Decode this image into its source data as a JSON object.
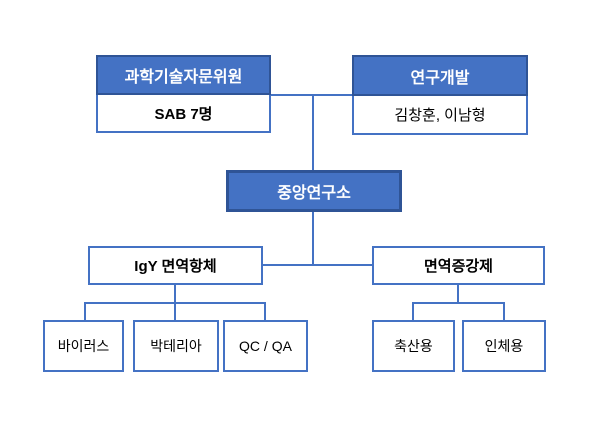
{
  "colors": {
    "node_fill": "#4472C4",
    "node_border_dark": "#2F5496",
    "line": "#4472C4",
    "text_dark": "#000000",
    "text_light": "#FFFFFF"
  },
  "diagram": {
    "top_left": {
      "header": "과학기술자문위원",
      "body": "SAB 7명"
    },
    "top_right": {
      "header": "연구개발",
      "body": "김창훈, 이남형"
    },
    "center": {
      "label": "중앙연구소"
    },
    "branch_left": {
      "label": "IgY 면역항체",
      "children": [
        {
          "label": "바이러스"
        },
        {
          "label": "박테리아"
        },
        {
          "label": "QC / QA"
        }
      ]
    },
    "branch_right": {
      "label": "면역증강제",
      "children": [
        {
          "label": "축산용"
        },
        {
          "label": "인체용"
        }
      ]
    }
  }
}
